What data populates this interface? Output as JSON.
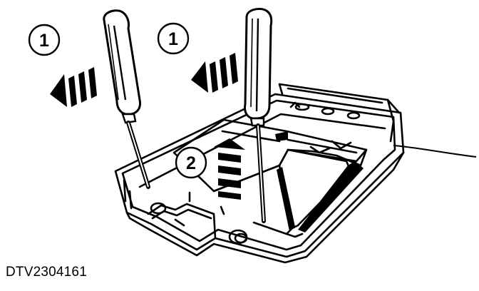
{
  "figure": {
    "code": "DTV2304161",
    "callouts": [
      {
        "id": "callout-1-left",
        "label": "1"
      },
      {
        "id": "callout-1-right",
        "label": "1"
      },
      {
        "id": "callout-2",
        "label": "2"
      }
    ],
    "colors": {
      "ink": "#000000",
      "paper": "#ffffff"
    },
    "icons": [
      "screwdriver-icon",
      "arrow-left-icon",
      "arrow-up-icon"
    ]
  }
}
